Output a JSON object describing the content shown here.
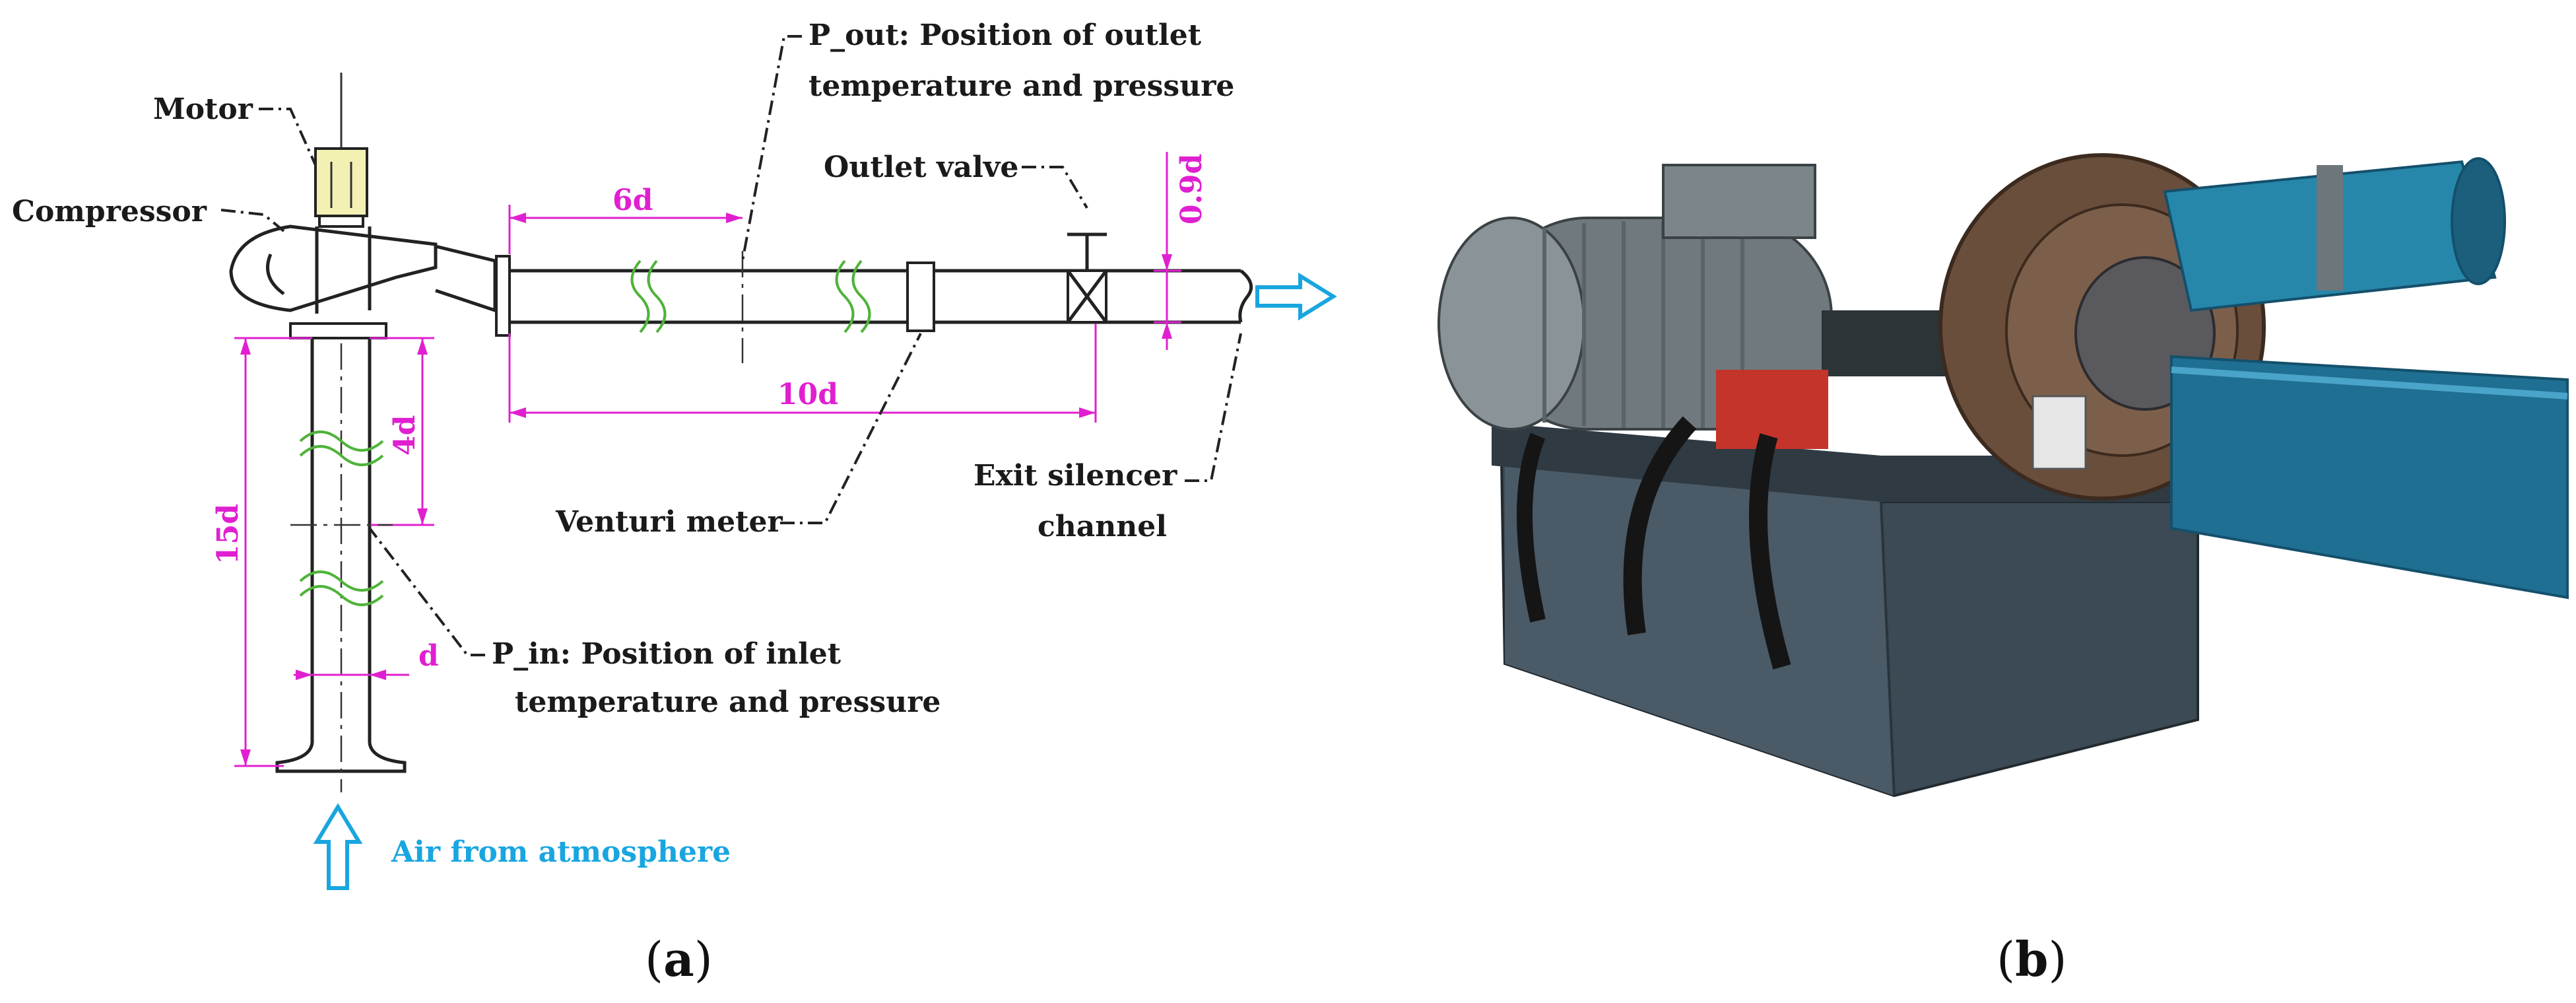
{
  "panel_a": {
    "labels": {
      "motor": "Motor",
      "compressor": "Compressor",
      "p_out_line1": "P_out: Position of outlet",
      "p_out_line2": "temperature and pressure",
      "outlet_valve": "Outlet valve",
      "venturi_meter": "Venturi meter",
      "exit_silencer_line1": "Exit silencer",
      "exit_silencer_line2": "channel",
      "p_in_line1": "P_in: Position of inlet",
      "p_in_line2": "temperature and pressure",
      "air_from_atmosphere": "Air from atmosphere"
    },
    "dimensions": {
      "d_6": "6d",
      "d_10": "10d",
      "d_09": "0.9d",
      "d_4": "4d",
      "d_15": "15d",
      "d": "d"
    },
    "colors": {
      "dimension": "#e020d0",
      "air_arrow": "#19a6e0",
      "break_marks": "#4fb33a",
      "motor_fill": "#f3f0b4"
    },
    "caption_open": "(",
    "caption_letter": "a",
    "caption_close": ")"
  },
  "panel_b": {
    "photo_description_icon": "compressor-test-rig-photo",
    "caption_open": "(",
    "caption_letter": "b",
    "caption_close": ")"
  }
}
